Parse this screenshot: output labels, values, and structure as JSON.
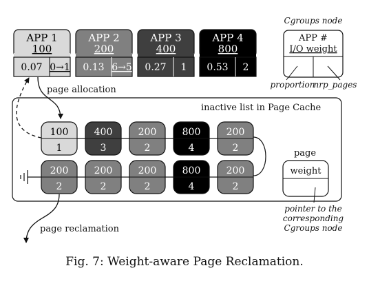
{
  "cgroups_node": {
    "title": "Cgroups node",
    "field_top_line1": "APP #",
    "field_top_line2": "I/O weight",
    "label_left": "proportion",
    "label_right": "nrp_pages"
  },
  "apps": [
    {
      "name": "APP 1",
      "weight": "100",
      "proportion": "0.07",
      "pages": "0→1",
      "fill": "#d9d9d9",
      "text_color": "#000000",
      "pages_underlined": true
    },
    {
      "name": "APP 2",
      "weight": "200",
      "proportion": "0.13",
      "pages": "6→5",
      "fill": "#808080",
      "text_color": "#ffffff",
      "pages_underlined": true
    },
    {
      "name": "APP 3",
      "weight": "400",
      "proportion": "0.27",
      "pages": "1",
      "fill": "#3f3f3f",
      "text_color": "#ffffff",
      "pages_underlined": false
    },
    {
      "name": "APP 4",
      "weight": "800",
      "proportion": "0.53",
      "pages": "2",
      "fill": "#000000",
      "text_color": "#ffffff",
      "pages_underlined": false
    }
  ],
  "inactive_list": {
    "title": "inactive list in Page Cache",
    "row1": [
      {
        "weight": "100",
        "count": "1",
        "fill": "#d9d9d9",
        "text_color": "#000000"
      },
      {
        "weight": "400",
        "count": "3",
        "fill": "#3f3f3f",
        "text_color": "#ffffff"
      },
      {
        "weight": "200",
        "count": "2",
        "fill": "#808080",
        "text_color": "#ffffff"
      },
      {
        "weight": "800",
        "count": "4",
        "fill": "#000000",
        "text_color": "#ffffff"
      },
      {
        "weight": "200",
        "count": "2",
        "fill": "#808080",
        "text_color": "#ffffff"
      }
    ],
    "row2": [
      {
        "weight": "200",
        "count": "2",
        "fill": "#808080",
        "text_color": "#ffffff"
      },
      {
        "weight": "200",
        "count": "2",
        "fill": "#808080",
        "text_color": "#ffffff"
      },
      {
        "weight": "200",
        "count": "2",
        "fill": "#808080",
        "text_color": "#ffffff"
      },
      {
        "weight": "800",
        "count": "4",
        "fill": "#000000",
        "text_color": "#ffffff"
      },
      {
        "weight": "200",
        "count": "2",
        "fill": "#808080",
        "text_color": "#ffffff"
      }
    ]
  },
  "page_legend": {
    "title": "page",
    "field": "weight",
    "note_line1": "pointer to the",
    "note_line2": "corresponding",
    "note_line3": "Cgroups node"
  },
  "arrows": {
    "page_allocation": "page allocation",
    "page_reclamation": "page reclamation"
  },
  "caption": "Fig. 7: Weight-aware Page Reclamation."
}
